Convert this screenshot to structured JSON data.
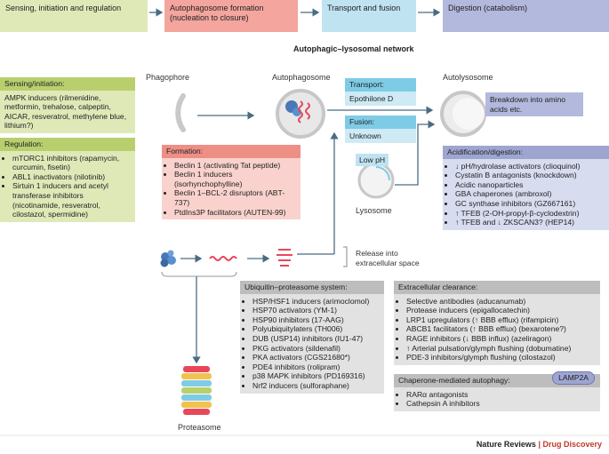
{
  "header": {
    "stage1": "Sensing, initiation and regulation",
    "stage2": "Autophagosome formation (nucleation to closure)",
    "stage3": "Transport and fusion",
    "stage4": "Digestion (catabolism)"
  },
  "network_title": "Autophagic–lysosomal network",
  "labels": {
    "phagophore": "Phagophore",
    "autophagosome": "Autophagosome",
    "autolysosome": "Autolysosome",
    "breakdown": "Breakdown into amino acids etc.",
    "low_ph": "Low pH",
    "lysosome": "Lysosome",
    "release": "Release into extracellular space",
    "proteasome": "Proteasome"
  },
  "sensing": {
    "title": "Sensing/initiation:",
    "text": "AMPK inducers (rilmenidine, metformin, trehalose, calpeptin, AICAR, resveratrol, methylene blue, lithium?)"
  },
  "regulation": {
    "title": "Regulation:",
    "items": [
      "mTORC1 inhibitors (rapamycin, curcumin, fisetin)",
      "ABL1 inactivators (nilotinib)",
      "Sirtuin 1 inducers and acetyl transferase inhibitors (nicotinamide, resveratrol, cilostazol, spermidine)"
    ]
  },
  "formation": {
    "title": "Formation:",
    "items": [
      "Beclin 1 (activating Tat peptide)",
      "Beclin 1 inducers (isorhynchophylline)",
      "Beclin 1–BCL-2 disruptors (ABT-737)",
      "PtdIns3P facilitators (AUTEN-99)"
    ]
  },
  "transport": {
    "title": "Transport:",
    "text": "Epothilone D"
  },
  "fusion": {
    "title": "Fusion:",
    "text": "Unknown"
  },
  "acidification": {
    "title": "Acidification/digestion:",
    "items": [
      "↓ pH/hydrolase activators (clioquinol)",
      "Cystatin B antagonists (knockdown)",
      "Acidic nanoparticles",
      "GBA chaperones (ambroxol)",
      "GC synthase inhibitors (GZ667161)",
      "↑ TFEB (2-OH-propyl-β-cyclodextrin)",
      "↑ TFEB and ↓ ZKSCAN3? (HEP14)"
    ]
  },
  "ups": {
    "title": "Ubiquitin–proteasome system:",
    "items": [
      "HSP/HSF1 inducers (arimoclomol)",
      "HSP70 activators (YM-1)",
      "HSP90 inhibitors (17-AAG)",
      "Polyubiquitylaters (TH006)",
      "DUB (USP14) inhibitors (IU1-47)",
      "PKG activators (sildenafil)",
      "PKA activators (CGS21680*)",
      "PDE4 inhibitors (rolipram)",
      "p38 MAPK inhibitors (PD169316)",
      "Nrf2 inducers (sulforaphane)"
    ]
  },
  "extracellular": {
    "title": "Extracellular clearance:",
    "items": [
      "Selective antibodies (aducanumab)",
      "Protease inducers (epigallocatechin)",
      "LRP1 upregulators (↑ BBB efflux) (rifampicin)",
      "ABCB1 facilitators (↑ BBB efflux) (bexarotene?)",
      "RAGE inhibitors (↓ BBB influx) (azeliragon)",
      "↑ Arterial pulsation/glymph flushing (dobumatine)",
      "PDE-3 inhibitors/glymph flushing (cilostazol)"
    ]
  },
  "cma": {
    "title": "Chaperone-mediated autophagy:",
    "badge": "LAMP2A",
    "items": [
      "RARα antagonists",
      "Cathepsin A inhibitors"
    ]
  },
  "footer": {
    "journal": "Nature Reviews",
    "sep": " | ",
    "section": "Drug Discovery"
  },
  "colors": {
    "green": "#b9cf6e",
    "green_light": "#dfe9b8",
    "red": "#ee8f86",
    "red_light": "#f9d2cd",
    "blue": "#7ecbe6",
    "blue_light": "#cdeaf5",
    "purple": "#9ea6d0",
    "purple_light": "#d8dcef",
    "gray": "#bdbdbd",
    "gray_light": "#e2e2e2",
    "footer_accent": "#c0392b"
  }
}
